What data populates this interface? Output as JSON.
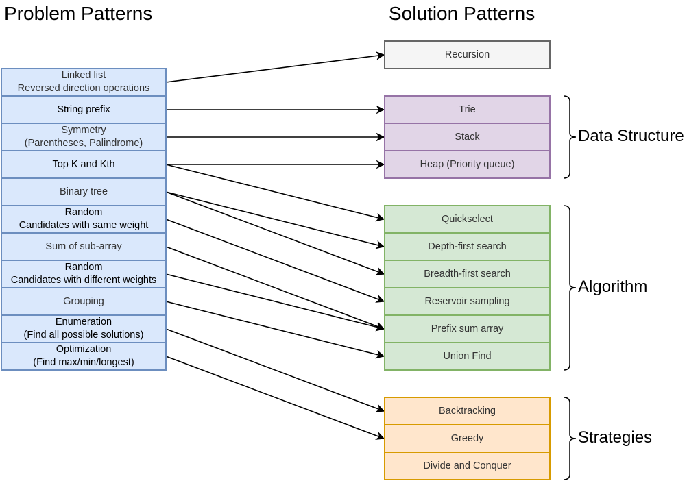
{
  "headings": {
    "problems": "Problem Patterns",
    "solutions": "Solution Patterns"
  },
  "problems": [
    {
      "id": "linked-list",
      "label": "Linked list\nReversed direction operations",
      "dark": false
    },
    {
      "id": "string-prefix",
      "label": "String prefix",
      "dark": true
    },
    {
      "id": "symmetry",
      "label": "Symmetry\n(Parentheses, Palindrome)",
      "dark": false
    },
    {
      "id": "top-k",
      "label": "Top K and Kth",
      "dark": true
    },
    {
      "id": "binary-tree",
      "label": "Binary tree",
      "dark": false
    },
    {
      "id": "random-same",
      "label": "Random\nCandidates with same weight",
      "dark": true
    },
    {
      "id": "sum-subarray",
      "label": "Sum of sub-array",
      "dark": false
    },
    {
      "id": "random-diff",
      "label": "Random\nCandidates with different weights",
      "dark": true
    },
    {
      "id": "grouping",
      "label": "Grouping",
      "dark": false
    },
    {
      "id": "enumeration",
      "label": "Enumeration\n(Find all possible solutions)",
      "dark": true
    },
    {
      "id": "optimization",
      "label": "Optimization\n(Find max/min/longest)",
      "dark": true
    }
  ],
  "solutions": [
    {
      "id": "recursion",
      "label": "Recursion",
      "color": "gray"
    },
    {
      "id": "trie",
      "label": "Trie",
      "color": "purple"
    },
    {
      "id": "stack",
      "label": "Stack",
      "color": "purple"
    },
    {
      "id": "heap",
      "label": "Heap (Priority queue)",
      "color": "purple"
    },
    {
      "id": "quickselect",
      "label": "Quickselect",
      "color": "green"
    },
    {
      "id": "dfs",
      "label": "Depth-first search",
      "color": "green"
    },
    {
      "id": "bfs",
      "label": "Breadth-first search",
      "color": "green"
    },
    {
      "id": "reservoir",
      "label": "Reservoir sampling",
      "color": "green"
    },
    {
      "id": "prefix-sum",
      "label": "Prefix sum array",
      "color": "green"
    },
    {
      "id": "union-find",
      "label": "Union Find",
      "color": "green"
    },
    {
      "id": "backtracking",
      "label": "Backtracking",
      "color": "orange"
    },
    {
      "id": "greedy",
      "label": "Greedy",
      "color": "orange"
    },
    {
      "id": "divide-conquer",
      "label": "Divide and Conquer",
      "color": "orange"
    }
  ],
  "groups": [
    {
      "id": "data-structure",
      "label": "Data Structure",
      "members": [
        "trie",
        "stack",
        "heap"
      ]
    },
    {
      "id": "algorithm",
      "label": "Algorithm",
      "members": [
        "quickselect",
        "dfs",
        "bfs",
        "reservoir",
        "prefix-sum",
        "union-find"
      ]
    },
    {
      "id": "strategies",
      "label": "Strategies",
      "members": [
        "backtracking",
        "greedy",
        "divide-conquer"
      ]
    }
  ],
  "edges": [
    {
      "from": "linked-list",
      "to": "recursion"
    },
    {
      "from": "string-prefix",
      "to": "trie"
    },
    {
      "from": "symmetry",
      "to": "stack"
    },
    {
      "from": "top-k",
      "to": "heap"
    },
    {
      "from": "top-k",
      "to": "quickselect"
    },
    {
      "from": "binary-tree",
      "to": "dfs"
    },
    {
      "from": "binary-tree",
      "to": "bfs"
    },
    {
      "from": "random-same",
      "to": "reservoir"
    },
    {
      "from": "sum-subarray",
      "to": "prefix-sum"
    },
    {
      "from": "random-diff",
      "to": "prefix-sum"
    },
    {
      "from": "grouping",
      "to": "union-find"
    },
    {
      "from": "enumeration",
      "to": "backtracking"
    },
    {
      "from": "optimization",
      "to": "greedy"
    }
  ],
  "colors": {
    "problem_fill": "#dae8fc",
    "problem_stroke": "#6c8ebf",
    "gray_fill": "#f5f5f5",
    "gray_stroke": "#666666",
    "purple_fill": "#e1d5e7",
    "purple_stroke": "#9673a6",
    "green_fill": "#d5e8d4",
    "green_stroke": "#82b366",
    "orange_fill": "#ffe6cc",
    "orange_stroke": "#d79b00"
  }
}
